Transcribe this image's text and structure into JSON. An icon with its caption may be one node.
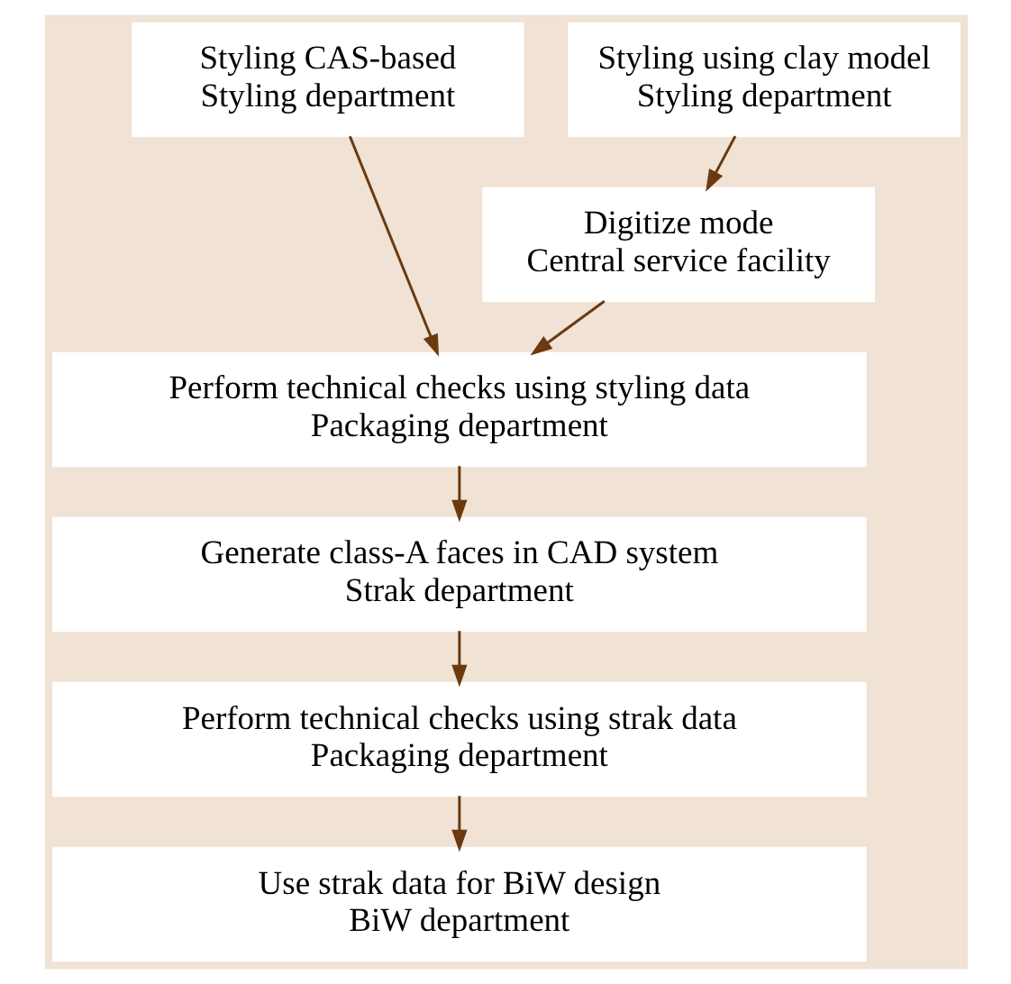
{
  "diagram": {
    "nodes": [
      {
        "text": [
          "Styling CAS-based",
          "Styling department"
        ]
      },
      {
        "text": [
          "Styling using clay model",
          "Styling department"
        ]
      },
      {
        "text": [
          "Digitize mode",
          "Central service facility"
        ]
      },
      {
        "text": [
          "Perform technical checks using styling data",
          "Packaging department"
        ]
      },
      {
        "text": [
          "Generate class-A faces in CAD system",
          "Strak department"
        ]
      },
      {
        "text": [
          "Perform technical checks using strak data",
          "Packaging department"
        ]
      },
      {
        "text": [
          "Use strak data for BiW design",
          "BiW department"
        ]
      }
    ],
    "edges": [
      {
        "from": 0,
        "to": 3,
        "arrow": "to"
      },
      {
        "from": 1,
        "to": 2,
        "arrow": "to"
      },
      {
        "from": 2,
        "to": 3,
        "arrow": "to"
      },
      {
        "from": 3,
        "to": 4,
        "arrow": "to"
      },
      {
        "from": 4,
        "to": 5,
        "arrow": "to"
      },
      {
        "from": 5,
        "to": 6,
        "arrow": "to"
      }
    ]
  }
}
